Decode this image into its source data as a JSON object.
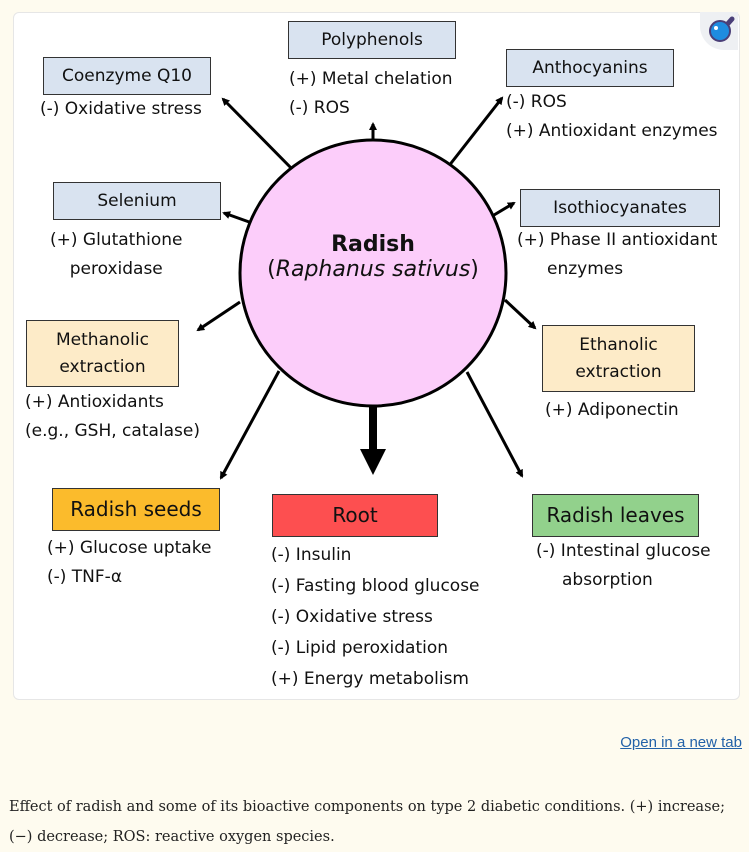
{
  "center": {
    "title": "Radish",
    "subtitle_open": "(",
    "subtitle_italic": "Raphanus sativus",
    "subtitle_close": ")"
  },
  "nodes": {
    "coenzyme": {
      "label": "Coenzyme Q10",
      "effects": [
        "(-) Oxidative stress"
      ]
    },
    "polyphenols": {
      "label": "Polyphenols",
      "effects": [
        "(+) Metal chelation",
        "(-) ROS"
      ]
    },
    "anthocyanins": {
      "label": "Anthocyanins",
      "effects": [
        "(-) ROS",
        "(+) Antioxidant enzymes"
      ]
    },
    "selenium": {
      "label": "Selenium",
      "effects": [
        "(+) Glutathione",
        "peroxidase"
      ]
    },
    "isothiocyanates": {
      "label": "Isothiocyanates",
      "effects": [
        "(+) Phase II antioxidant",
        "enzymes"
      ]
    },
    "methanolic": {
      "label_lines": [
        "Methanolic",
        "extraction"
      ],
      "effects": [
        "(+) Antioxidants",
        "(e.g., GSH, catalase)"
      ]
    },
    "ethanolic": {
      "label_lines": [
        "Ethanolic",
        "extraction"
      ],
      "effects": [
        "(+) Adiponectin"
      ]
    },
    "seeds": {
      "label": "Radish seeds",
      "effects": [
        "(+) Glucose uptake",
        "(-) TNF-α"
      ]
    },
    "root": {
      "label": "Root",
      "effects": [
        "(-) Insulin",
        "(-) Fasting blood glucose",
        "(-) Oxidative stress",
        "(-) Lipid peroxidation",
        "(+) Energy metabolism"
      ]
    },
    "leaves": {
      "label": "Radish leaves",
      "effects": [
        "(-) Intestinal glucose",
        "absorption"
      ]
    }
  },
  "colors": {
    "center_fill": "#fccdfa",
    "blue_box": "#d9e3f0",
    "tan_box": "#fdebc8",
    "seeds_box": "#fbbb2c",
    "root_box": "#fd4f50",
    "leaves_box": "#92d18c",
    "link": "#2362a8"
  },
  "zoom_icon": "magnifier-icon",
  "link": {
    "open_new_tab": "Open in a new tab"
  },
  "caption": "Effect of radish and some of its bioactive components on type 2 diabetic conditions. (+) increase; (−) decrease; ROS: reactive oxygen species."
}
